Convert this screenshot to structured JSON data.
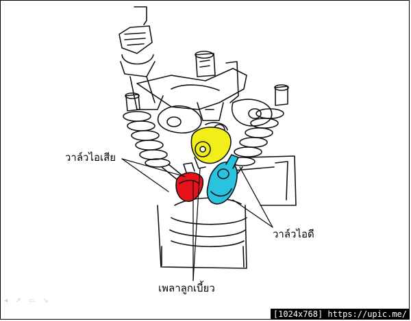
{
  "labels": {
    "exhaust_valve": "วาล์วไอเสีย",
    "intake_valve": "วาล์วไอดี",
    "camshaft": "เพลาลูกเบี้ยว"
  },
  "watermark": "[1024x768] https://upic.me/",
  "highlight_colors": {
    "camshaft": "#f2ee1a",
    "exhaust_valve": "#e8121b",
    "intake_valve": "#29c3e0"
  }
}
